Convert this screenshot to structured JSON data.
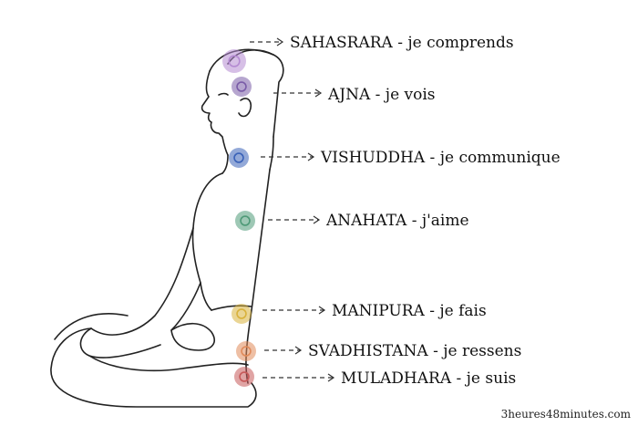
{
  "chakras": [
    {
      "label": "SAHASRARA - je comprends",
      "color": "#b48ad2"
    },
    {
      "label": "AJNA - je vois",
      "color": "#7a5ca8"
    },
    {
      "label": "VISHUDDHA - je communique",
      "color": "#3a62b8"
    },
    {
      "label": "ANAHATA - j'aime",
      "color": "#4f9a78"
    },
    {
      "label": "MANIPURA - je fais",
      "color": "#d9b23c"
    },
    {
      "label": "SVADHISTANA - je ressens",
      "color": "#e08a5a"
    },
    {
      "label": "MULADHARA - je suis",
      "color": "#c75a5a"
    }
  ],
  "credit": "3heures48minutes.com"
}
